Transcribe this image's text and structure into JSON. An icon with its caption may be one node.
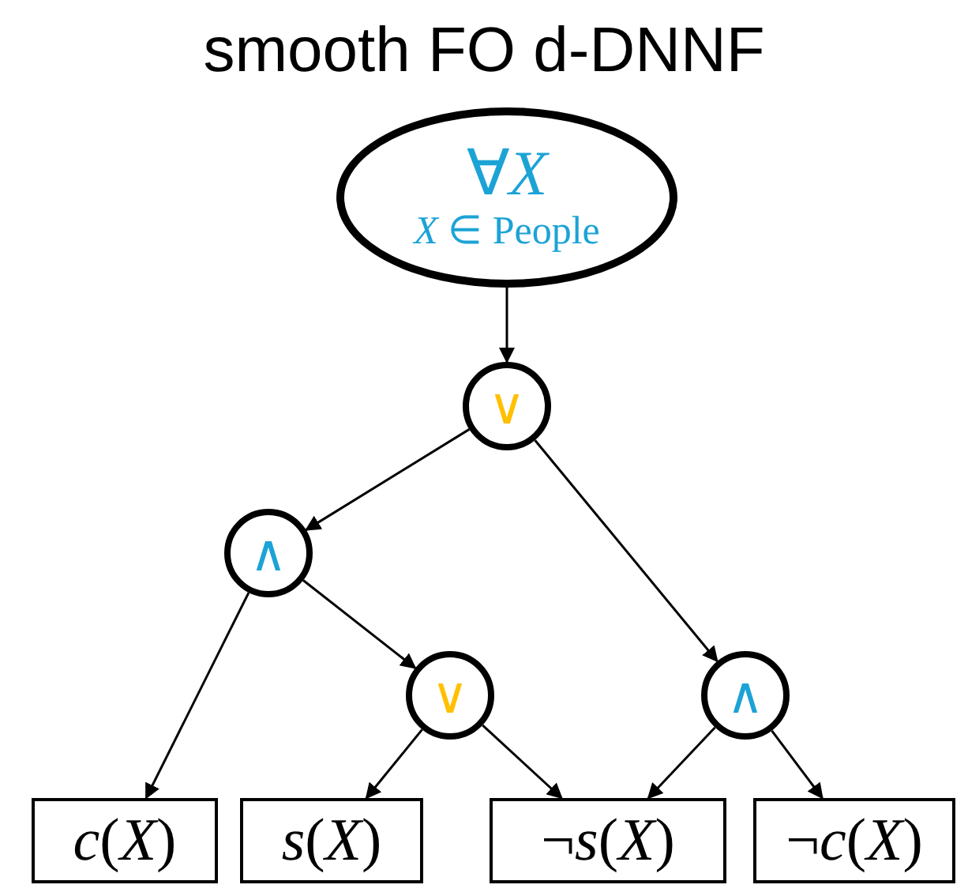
{
  "diagram": {
    "title": "smooth FO d-DNNF",
    "nodes": [
      {
        "text": [
          "∀*X*",
          "*X* ∈ People"
        ]
      },
      {
        "text": [
          "∨"
        ]
      },
      {
        "text": [
          "∧"
        ]
      },
      {
        "text": [
          "∨"
        ]
      },
      {
        "text": [
          "∧"
        ]
      },
      {
        "text": [
          "*c*(*X*)"
        ]
      },
      {
        "text": [
          "*s*(*X*)"
        ]
      },
      {
        "text": [
          "¬*s*(*X*)"
        ]
      },
      {
        "text": [
          "¬*c*(*X*)"
        ]
      }
    ],
    "edges": [
      {
        "from": 0,
        "to": 1,
        "arrow": "to"
      },
      {
        "from": 1,
        "to": 2,
        "arrow": "to"
      },
      {
        "from": 1,
        "to": 4,
        "arrow": "to"
      },
      {
        "from": 2,
        "to": 5,
        "arrow": "to"
      },
      {
        "from": 2,
        "to": 3,
        "arrow": "to"
      },
      {
        "from": 3,
        "to": 6,
        "arrow": "to"
      },
      {
        "from": 3,
        "to": 7,
        "arrow": "to"
      },
      {
        "from": 4,
        "to": 7,
        "arrow": "to"
      },
      {
        "from": 4,
        "to": 8,
        "arrow": "to"
      }
    ]
  }
}
